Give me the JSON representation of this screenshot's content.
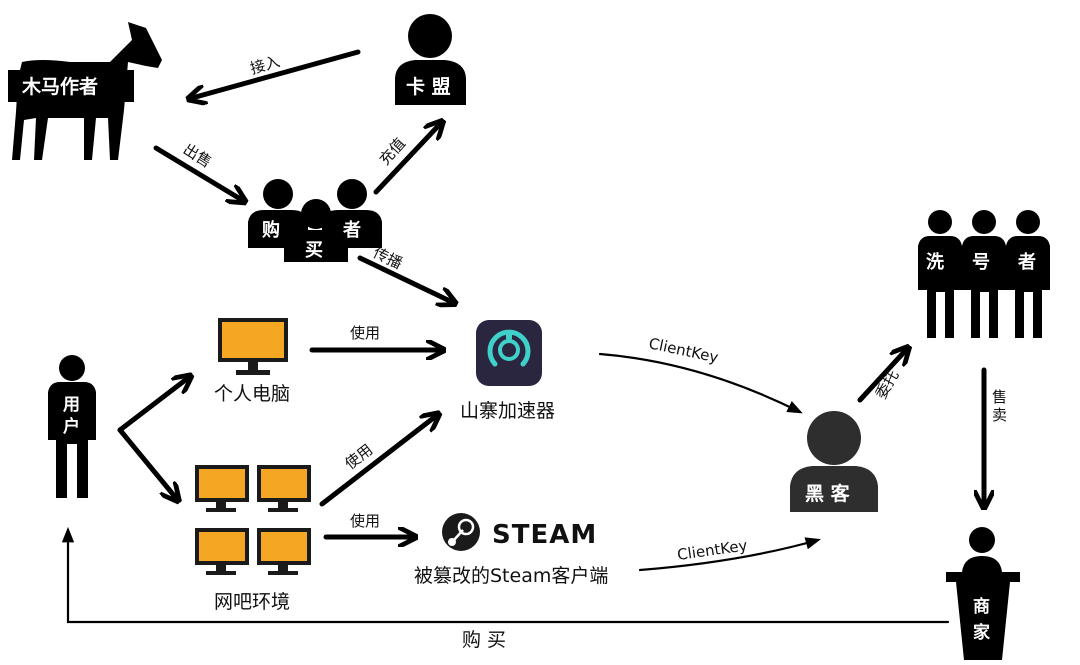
{
  "nodes": {
    "trojan_author": "木马作者",
    "card_league": "卡 盟",
    "buyer_chars": [
      "购",
      "买",
      "者"
    ],
    "washer_chars": [
      "洗",
      "号",
      "者"
    ],
    "user_chars": [
      "用",
      "户"
    ],
    "pc": "个人电脑",
    "internet_cafe": "网吧环境",
    "accelerator": "山寨加速器",
    "steam_logo": "STEAM",
    "steam_client": "被篡改的Steam客户端",
    "hacker": "黑 客",
    "merchant_chars": [
      "商",
      "家"
    ]
  },
  "edges": {
    "connect": "接入",
    "sell": "出售",
    "recharge": "充值",
    "spread": "传播",
    "use_pc": "使用",
    "use_cafe": "使用",
    "use_steam": "使用",
    "clientkey_1": "ClientKey",
    "clientkey_2": "ClientKey",
    "entrust": "委托",
    "resell": "售卖",
    "purchase": "购 买"
  },
  "colors": {
    "figure": "#000000",
    "monitor": "#f5a623",
    "monitor_border": "#1a1a1a",
    "accelerator_bg": "#2b2640",
    "accelerator_ring": "#3ed0c9",
    "hacker": "#2e2e2e"
  }
}
